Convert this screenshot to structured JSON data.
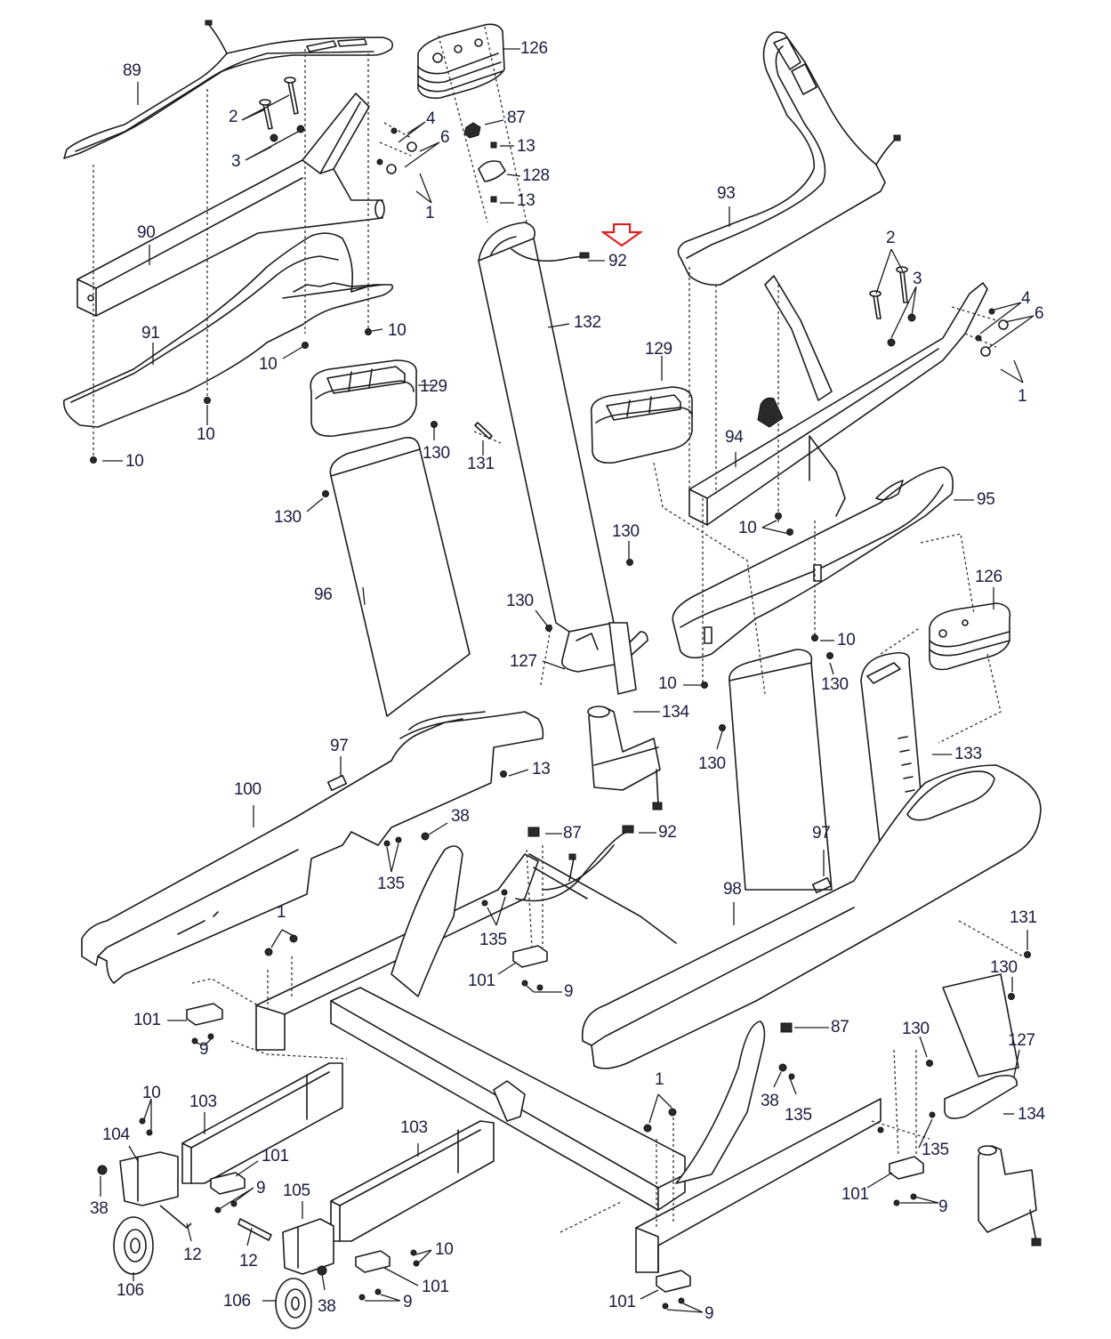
{
  "diagram": {
    "type": "exploded-parts-diagram",
    "highlight": {
      "part": "92",
      "indicator": "down-arrow",
      "color": "#e02020"
    },
    "label_color": "#1a1d3d",
    "labels": [
      {
        "id": "l89",
        "text": "89"
      },
      {
        "id": "l2a",
        "text": "2"
      },
      {
        "id": "l3a",
        "text": "3"
      },
      {
        "id": "l4a",
        "text": "4"
      },
      {
        "id": "l6a",
        "text": "6"
      },
      {
        "id": "l1a",
        "text": "1"
      },
      {
        "id": "l90",
        "text": "90"
      },
      {
        "id": "l91",
        "text": "91"
      },
      {
        "id": "l10a",
        "text": "10"
      },
      {
        "id": "l10b",
        "text": "10"
      },
      {
        "id": "l10c",
        "text": "10"
      },
      {
        "id": "l10d",
        "text": "10"
      },
      {
        "id": "l126a",
        "text": "126"
      },
      {
        "id": "l87a",
        "text": "87"
      },
      {
        "id": "l13a",
        "text": "13"
      },
      {
        "id": "l128",
        "text": "128"
      },
      {
        "id": "l13b",
        "text": "13"
      },
      {
        "id": "l92a",
        "text": "92"
      },
      {
        "id": "l132",
        "text": "132"
      },
      {
        "id": "l93",
        "text": "93"
      },
      {
        "id": "l2b",
        "text": "2"
      },
      {
        "id": "l3b",
        "text": "3"
      },
      {
        "id": "l4b",
        "text": "4"
      },
      {
        "id": "l6b",
        "text": "6"
      },
      {
        "id": "l1b",
        "text": "1"
      },
      {
        "id": "l129a",
        "text": "129"
      },
      {
        "id": "l130a",
        "text": "130"
      },
      {
        "id": "l131a",
        "text": "131"
      },
      {
        "id": "l130b",
        "text": "130"
      },
      {
        "id": "l129b",
        "text": "129"
      },
      {
        "id": "l94",
        "text": "94"
      },
      {
        "id": "l95",
        "text": "95"
      },
      {
        "id": "l10e",
        "text": "10"
      },
      {
        "id": "l96",
        "text": "96"
      },
      {
        "id": "l130c",
        "text": "130"
      },
      {
        "id": "l130d",
        "text": "130"
      },
      {
        "id": "l127a",
        "text": "127"
      },
      {
        "id": "l126b",
        "text": "126"
      },
      {
        "id": "l10f",
        "text": "10"
      },
      {
        "id": "l10g",
        "text": "10"
      },
      {
        "id": "l130e",
        "text": "130"
      },
      {
        "id": "l134a",
        "text": "134"
      },
      {
        "id": "l130f",
        "text": "130"
      },
      {
        "id": "l133",
        "text": "133"
      },
      {
        "id": "l97a",
        "text": "97"
      },
      {
        "id": "l13c",
        "text": "13"
      },
      {
        "id": "l100",
        "text": "100"
      },
      {
        "id": "l38a",
        "text": "38"
      },
      {
        "id": "l87b",
        "text": "87"
      },
      {
        "id": "l92b",
        "text": "92"
      },
      {
        "id": "l135a",
        "text": "135"
      },
      {
        "id": "l97b",
        "text": "97"
      },
      {
        "id": "l98",
        "text": "98"
      },
      {
        "id": "l135b",
        "text": "135"
      },
      {
        "id": "l1c",
        "text": "1"
      },
      {
        "id": "l131b",
        "text": "131"
      },
      {
        "id": "l130g",
        "text": "130"
      },
      {
        "id": "l101a",
        "text": "101"
      },
      {
        "id": "l9a",
        "text": "9"
      },
      {
        "id": "l101b",
        "text": "101"
      },
      {
        "id": "l9b",
        "text": "9"
      },
      {
        "id": "l87c",
        "text": "87"
      },
      {
        "id": "l130h",
        "text": "130"
      },
      {
        "id": "l127b",
        "text": "127"
      },
      {
        "id": "l10h",
        "text": "10"
      },
      {
        "id": "l103a",
        "text": "103"
      },
      {
        "id": "l38b",
        "text": "38"
      },
      {
        "id": "l135c",
        "text": "135"
      },
      {
        "id": "l134b",
        "text": "134"
      },
      {
        "id": "l104",
        "text": "104"
      },
      {
        "id": "l1d",
        "text": "1"
      },
      {
        "id": "l101c",
        "text": "101"
      },
      {
        "id": "l9c",
        "text": "9"
      },
      {
        "id": "l103b",
        "text": "103"
      },
      {
        "id": "l135d",
        "text": "135"
      },
      {
        "id": "l38c",
        "text": "38"
      },
      {
        "id": "l12a",
        "text": "12"
      },
      {
        "id": "l105",
        "text": "105"
      },
      {
        "id": "l12b",
        "text": "12"
      },
      {
        "id": "l101d",
        "text": "101"
      },
      {
        "id": "l9d",
        "text": "9"
      },
      {
        "id": "l106a",
        "text": "106"
      },
      {
        "id": "l10i",
        "text": "10"
      },
      {
        "id": "l101e",
        "text": "101"
      },
      {
        "id": "l106b",
        "text": "106"
      },
      {
        "id": "l38d",
        "text": "38"
      },
      {
        "id": "l9e",
        "text": "9"
      },
      {
        "id": "l101f",
        "text": "101"
      },
      {
        "id": "l9f",
        "text": "9"
      }
    ]
  }
}
